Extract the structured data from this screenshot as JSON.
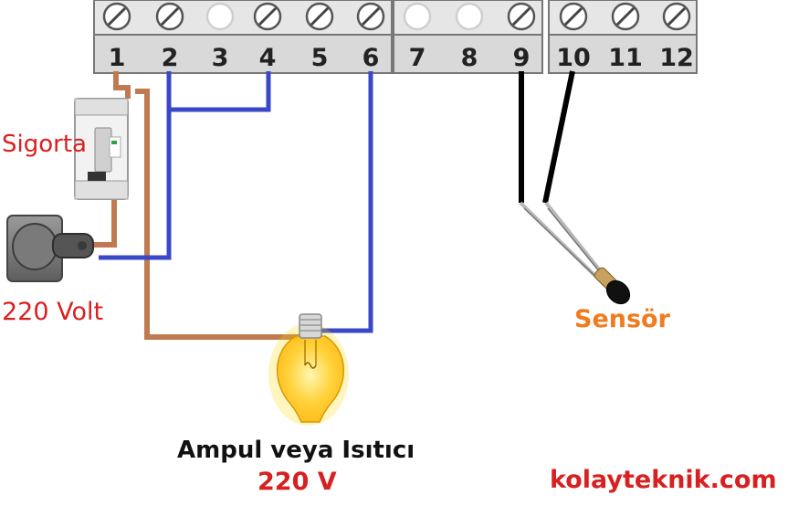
{
  "terminals": {
    "numbers": [
      "1",
      "2",
      "3",
      "4",
      "5",
      "6",
      "7",
      "8",
      "9",
      "10",
      "11",
      "12"
    ],
    "screws": [
      true,
      true,
      false,
      true,
      true,
      true,
      false,
      false,
      true,
      true,
      true,
      true
    ]
  },
  "labels": {
    "fuse": "Sigorta",
    "supply": "220 Volt",
    "sensor": "Sensör",
    "load": "Ampul veya Isıtıcı",
    "load_voltage": "220 V",
    "site": "kolayteknik.com"
  },
  "colors": {
    "phase_wire": "#c07a50",
    "neutral_wire": "#3a48c8",
    "sensor_wire": "#000000",
    "label_red": "#d92020",
    "label_orange": "#f07c20"
  }
}
